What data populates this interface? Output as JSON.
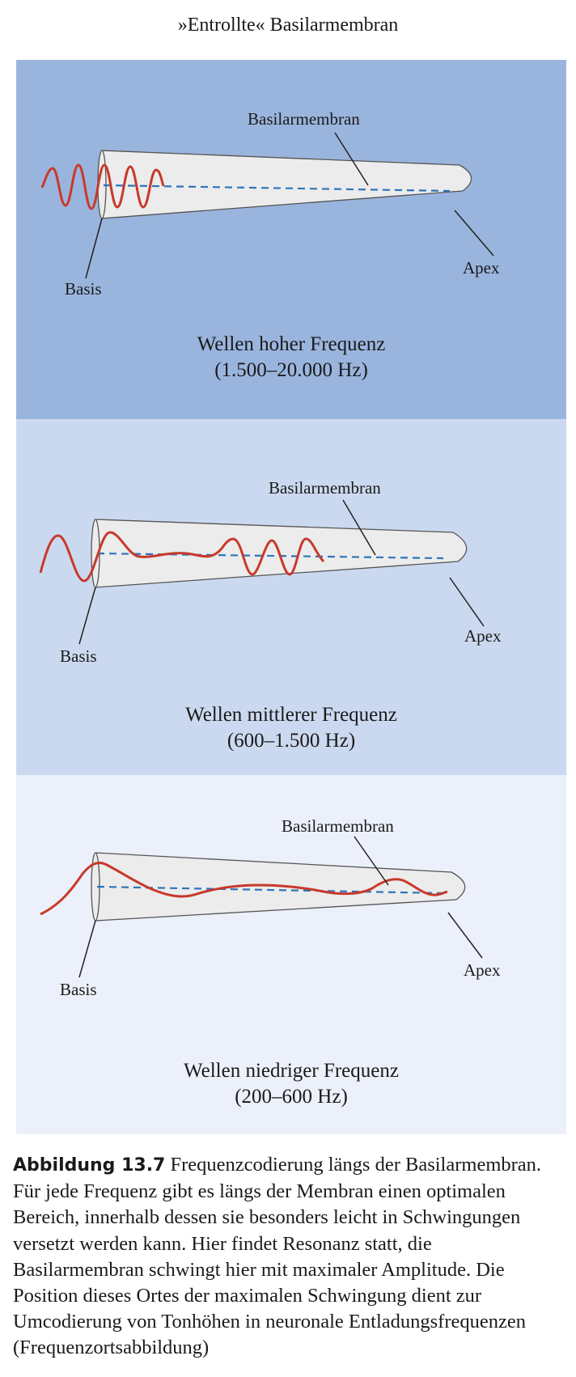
{
  "header": {
    "title": "»Entrollte« Basilarmembran"
  },
  "colors": {
    "panel_high": "#9ab5dd",
    "panel_mid": "#cbd9f0",
    "panel_low": "#ebf0fa",
    "membrane_fill": "#ececec",
    "wave": "#c8392b",
    "axis_dash": "#2e74b8"
  },
  "panels": [
    {
      "membrane_label": "Basilarmembran",
      "base_label": "Basis",
      "apex_label": "Apex",
      "frequency_name": "Wellen hoher Frequenz",
      "frequency_range": "(1.500–20.000 Hz)"
    },
    {
      "membrane_label": "Basilarmembran",
      "base_label": "Basis",
      "apex_label": "Apex",
      "frequency_name": "Wellen mittlerer Frequenz",
      "frequency_range": "(600–1.500 Hz)"
    },
    {
      "membrane_label": "Basilarmembran",
      "base_label": "Basis",
      "apex_label": "Apex",
      "frequency_name": "Wellen niedriger Frequenz",
      "frequency_range": "(200–600 Hz)"
    }
  ],
  "caption": {
    "figure_number": "Abbildung 13.7",
    "text": "Frequenzcodierung längs der Basilarmembran. Für jede Frequenz gibt es längs der Membran einen optimalen Bereich, innerhalb dessen sie besonders leicht in Schwingungen versetzt werden kann. Hier findet Resonanz statt, die Basilarmembran schwingt hier mit maximaler Amplitude. Die Position dieses Ortes der maximalen Schwingung dient zur Umcodierung von Tonhöhen in neuronale Entladungsfrequenzen (Frequenzortsabbildung)"
  }
}
